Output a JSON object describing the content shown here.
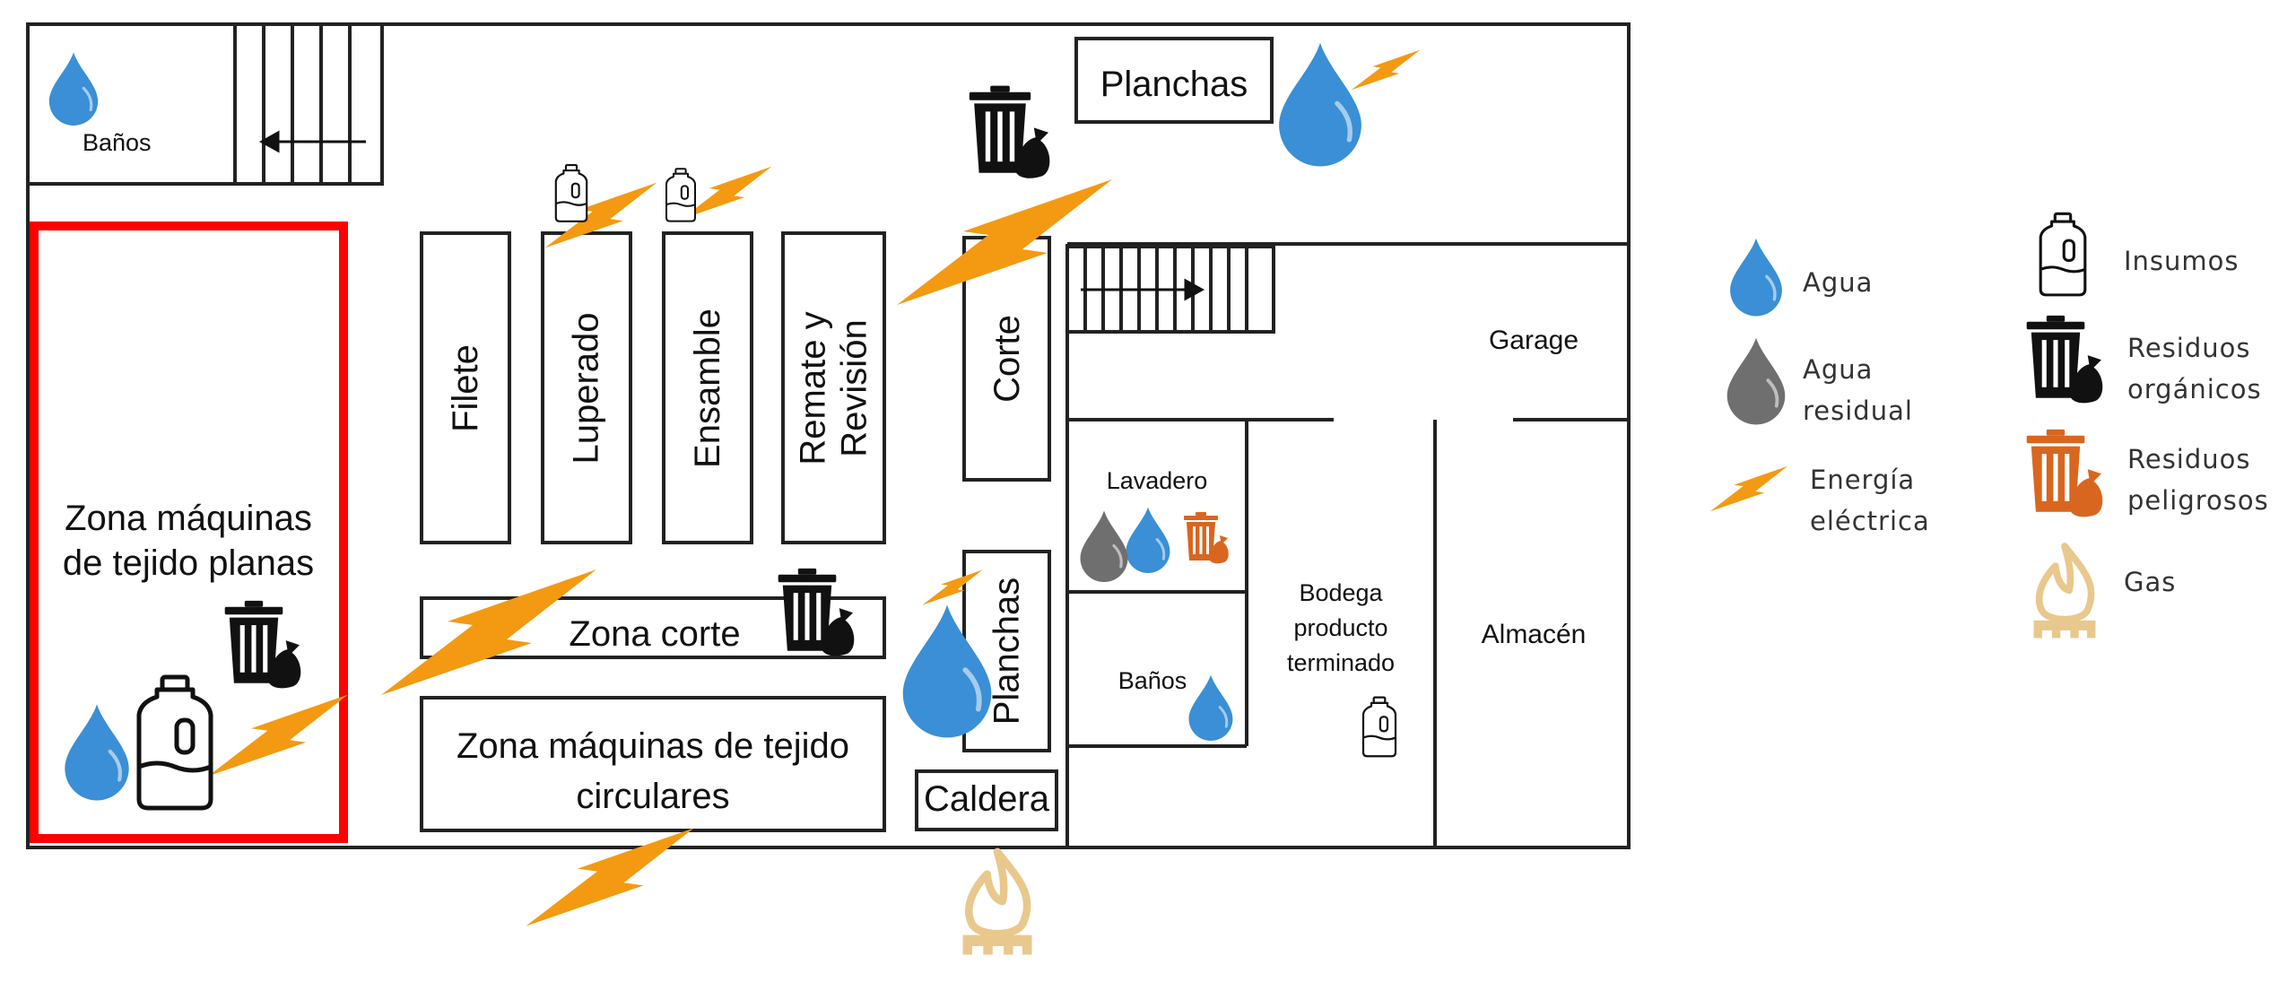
{
  "plan": {
    "banos_top": "Baños",
    "planchas_top": "Planchas",
    "zona_planas": "Zona máquinas de tejido planas",
    "filete": "Filete",
    "luperado": "Luperado",
    "ensamble": "Ensamble",
    "remate_line1": "Remate y",
    "remate_line2": "Revisión",
    "corte": "Corte",
    "zona_corte": "Zona corte",
    "zona_circulares_line1": "Zona máquinas de tejido",
    "zona_circulares_line2": "circulares",
    "planchas_right": "Planchas",
    "caldera": "Caldera",
    "garage": "Garage",
    "lavadero": "Lavadero",
    "banos_right": "Baños",
    "bodega_line1": "Bodega",
    "bodega_line2": "producto",
    "bodega_line3": "terminado",
    "almacen": "Almacén"
  },
  "legend": {
    "agua": "Agua",
    "agua_residual_line1": "Agua",
    "agua_residual_line2": "residual",
    "energia_line1": "Energía",
    "energia_line2": "eléctrica",
    "insumos": "Insumos",
    "res_org_line1": "Residuos",
    "res_org_line2": "orgánicos",
    "res_pel_line1": "Residuos",
    "res_pel_line2": "peligrosos",
    "gas": "Gas"
  },
  "colors": {
    "water": "#3a8fd6",
    "waste_water": "#6f6f6f",
    "energy": "#f39a12",
    "hazard": "#d9661f",
    "gas": "#e8c88c",
    "highlight": "#ff0000",
    "walls": "#222222"
  },
  "icons": [
    "water-drop-icon",
    "waste-water-drop-icon",
    "lightning-icon",
    "supply-bottle-icon",
    "organic-waste-bin-icon",
    "hazardous-waste-bin-icon",
    "gas-flame-icon",
    "stairs-arrow-icon"
  ]
}
